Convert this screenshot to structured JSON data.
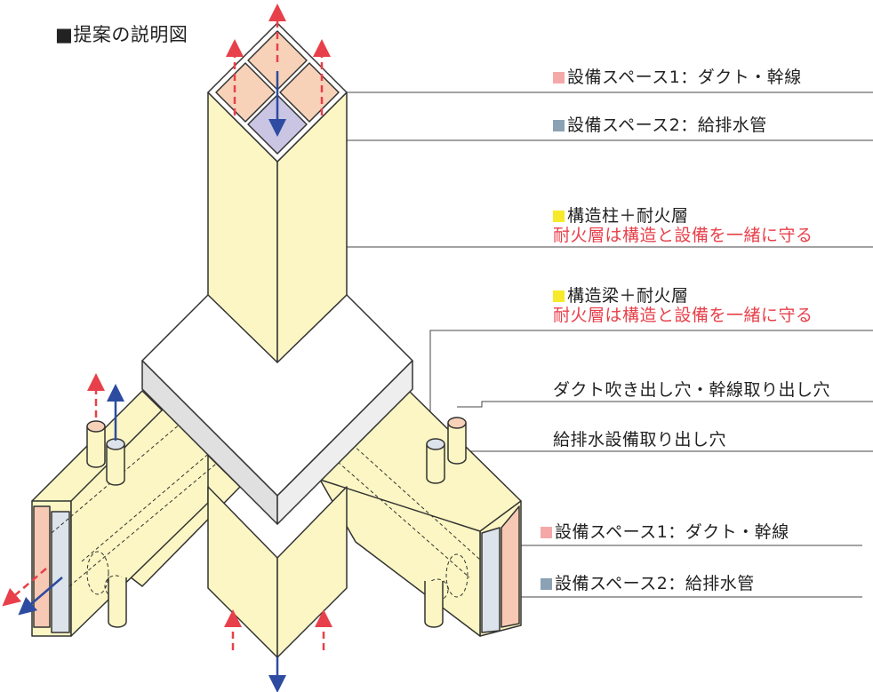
{
  "title": "■提案の説明図",
  "labels": {
    "top_space1": "設備スペース1：ダクト・幹線",
    "top_space2": "設備スペース2：給排水管",
    "column": "構造柱＋耐火層",
    "column_note": "耐火層は構造と設備を一緒に守る",
    "beam": "構造梁＋耐火層",
    "beam_note": "耐火層は構造と設備を一緒に守る",
    "duct_outlet": "ダクト吹き出し穴・幹線取り出し穴",
    "water_outlet": "給排水設備取り出し穴",
    "bottom_space1": "設備スペース1：ダクト・幹線",
    "bottom_space2": "設備スペース2：給排水管"
  },
  "colors": {
    "space1": "#f4a9a8",
    "space2": "#8aa2b4",
    "structure": "#f6ea2a",
    "note": "#e8404a",
    "body": "#fbf6c3",
    "duct": "#f7d2b8",
    "water": "#c9c5e3",
    "arrow_red": "#e8404a",
    "arrow_blue": "#2d4ba0"
  },
  "icons": [
    "legend-square-space1",
    "legend-square-space2",
    "legend-square-structure",
    "exhaust-arrow-icon",
    "supply-arrow-icon"
  ]
}
